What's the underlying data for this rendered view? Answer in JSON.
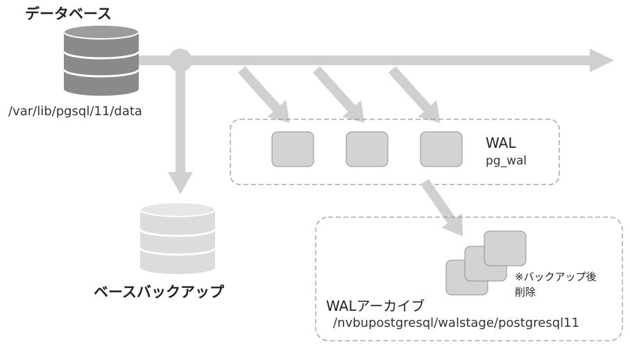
{
  "database": {
    "title": "データベース",
    "path": "/var/lib/pgsql/11/data"
  },
  "base_backup": {
    "title": "ベースバックアップ"
  },
  "wal": {
    "label": "WAL",
    "dir": "pg_wal"
  },
  "wal_archive": {
    "title": "WALアーカイブ",
    "path": "/nvbupostgresql/walstage/postgresql11",
    "note_line1": "※バックアップ後",
    "note_line2": "削除"
  },
  "colors": {
    "arrow": "#d0d0d0",
    "db_dark": "#8a8a8a",
    "db_light": "#dcdcdc",
    "wal_file": "#d3d3d3",
    "dashed_border": "#9a9a9a"
  }
}
